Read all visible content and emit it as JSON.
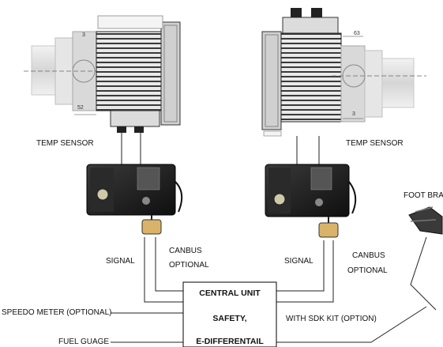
{
  "labels": {
    "temp_sensor_left": "TEMP SENSOR",
    "temp_sensor_right": "TEMP SENSOR",
    "signal_left": "SIGNAL",
    "canbus_left_1": "CANBUS",
    "canbus_left_2": "OPTIONAL",
    "signal_right": "SIGNAL",
    "canbus_right_1": "CANBUS",
    "canbus_right_2": "OPTIONAL",
    "foot_brake": "FOOT BRA",
    "speedo_meter": "SPEEDO METER (OPTIONAL)",
    "fuel_gauge": "FUEL GUAGE",
    "sdk_kit": "WITH SDK KIT (OPTION)"
  },
  "central_unit": {
    "line1": "CENTRAL UNIT",
    "line2": "SAFETY,",
    "line3": "E-DIFFERENTAIL"
  },
  "dimensions": {
    "left_top": "3",
    "left_bottom": "52",
    "right_top": "63",
    "right_bottom": "3"
  }
}
